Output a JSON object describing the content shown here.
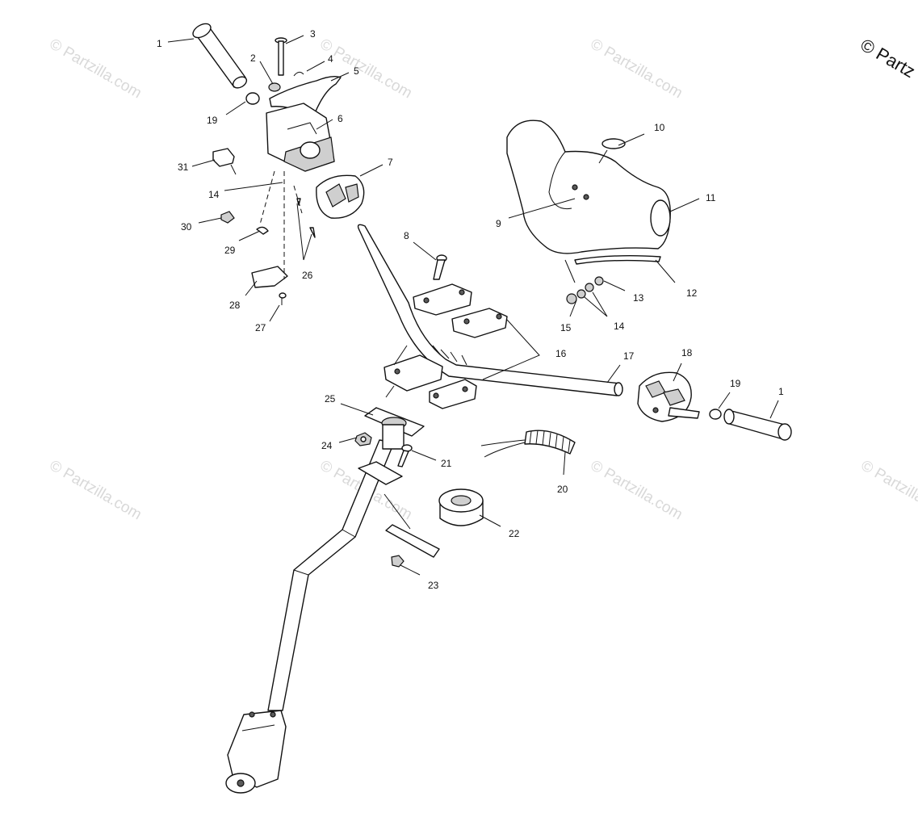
{
  "copyright": "© Partz",
  "watermark": "© Partzilla.com",
  "callouts": {
    "c1a": "1",
    "c2": "2",
    "c3": "3",
    "c4": "4",
    "c5": "5",
    "c6": "6",
    "c7": "7",
    "c8": "8",
    "c9": "9",
    "c10": "10",
    "c11": "11",
    "c12": "12",
    "c13": "13",
    "c14a": "14",
    "c14b": "14",
    "c15": "15",
    "c16": "16",
    "c17": "17",
    "c18": "18",
    "c19a": "19",
    "c19b": "19",
    "c1b": "1",
    "c20": "20",
    "c21": "21",
    "c22": "22",
    "c23": "23",
    "c24": "24",
    "c25": "25",
    "c26": "26",
    "c27": "27",
    "c28": "28",
    "c29": "29",
    "c30": "30",
    "c31": "31"
  }
}
